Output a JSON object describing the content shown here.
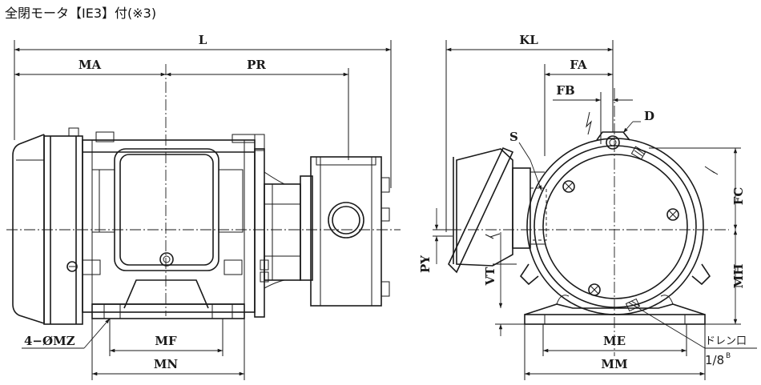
{
  "title": "全閉モータ【IE3】付(※3)",
  "labels": {
    "L": "L",
    "MA": "MA",
    "PR": "PR",
    "MF": "MF",
    "MN": "MN",
    "MZ": "4−ØMZ",
    "KL": "KL",
    "FA": "FA",
    "FB": "FB",
    "D": "D",
    "S": "S",
    "FC": "FC",
    "MH": "MH",
    "PY": "PY",
    "VT": "VT",
    "ME": "ME",
    "MM": "MM",
    "drain": "ドレン口",
    "drain_size": "1/8",
    "drain_sup": "B"
  }
}
